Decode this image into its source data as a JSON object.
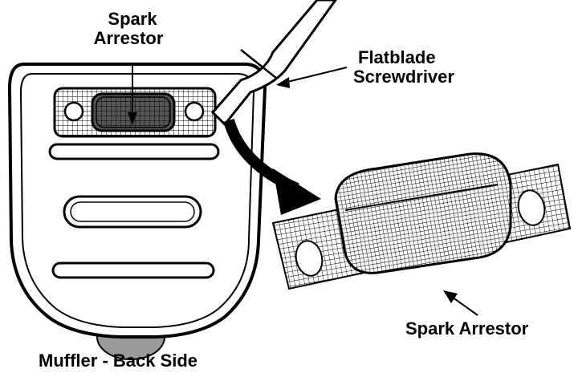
{
  "labels": {
    "spark_arrestor_top_line1": "Spark",
    "spark_arrestor_top_line2": "Arrestor",
    "screwdriver_line1": "Flatblade",
    "screwdriver_line2": "Screwdriver",
    "spark_arrestor_bottom": "Spark Arrestor",
    "muffler_caption": "Muffler - Back Side"
  }
}
